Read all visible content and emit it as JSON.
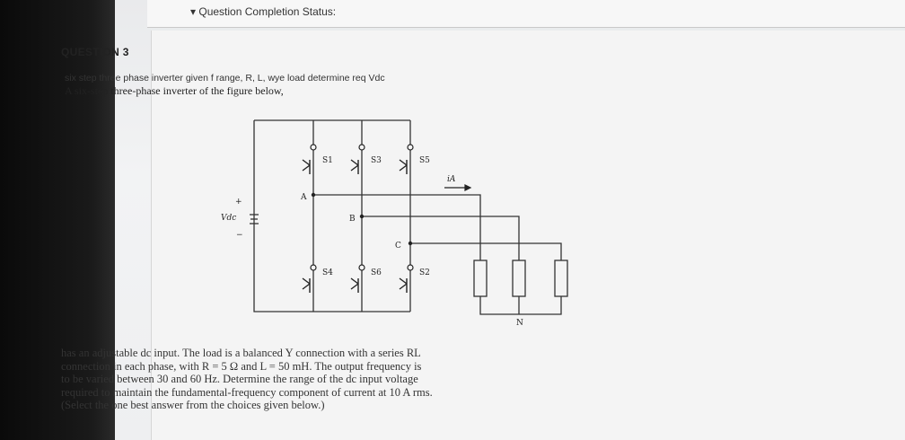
{
  "header": {
    "status_label": "Question Completion Status:",
    "toggle_glyph": "▾"
  },
  "question": {
    "title": "QUESTION 3",
    "summary": "six step three phase inverter given f range, R, L, wye load determine req Vdc",
    "intro": "A six-step three-phase inverter of the figure below,",
    "body_lines": [
      "has an adjustable dc input. The load is a balanced Y connection with a series RL",
      "connection in each phase, with  R = 5 Ω  and  L = 50 mH. The output frequency is",
      "to be varied between 30 and 60 Hz. Determine the range of the dc input voltage",
      "required to maintain the fundamental-frequency component of current at 10 A rms.",
      "(Select the one best answer from the choices given below.)"
    ]
  },
  "diagram": {
    "vdc_label": "Vdc",
    "plus": "+",
    "minus": "−",
    "node_a": "A",
    "node_b": "B",
    "node_c": "C",
    "node_n": "N",
    "current_label": "iA",
    "switches": [
      "S1",
      "S3",
      "S5",
      "S4",
      "S6",
      "S2"
    ]
  },
  "colors": {
    "page_bg": "#eeeff1",
    "wire": "#333333",
    "text": "#222222"
  }
}
